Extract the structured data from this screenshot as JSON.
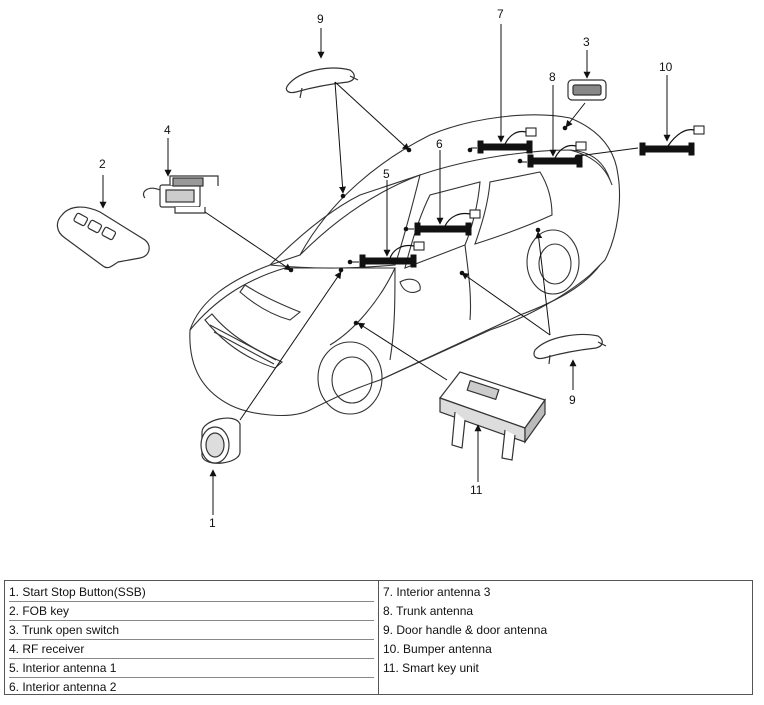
{
  "callouts": {
    "n1": "1",
    "n2": "2",
    "n3": "3",
    "n4": "4",
    "n5": "5",
    "n6": "6",
    "n7": "7",
    "n8": "8",
    "n9_top": "9",
    "n9_bottom": "9",
    "n10": "10",
    "n11": "11"
  },
  "legend": {
    "left": [
      "1. Start Stop Button(SSB)",
      "2. FOB key",
      "3. Trunk open switch",
      "4. RF receiver",
      "5. Interior antenna 1",
      "6. Interior antenna 2"
    ],
    "right": [
      "7. Interior antenna 3",
      "8. Trunk antenna",
      "9. Door handle & door antenna",
      "10. Bumper antenna",
      "11. Smart key unit"
    ]
  }
}
